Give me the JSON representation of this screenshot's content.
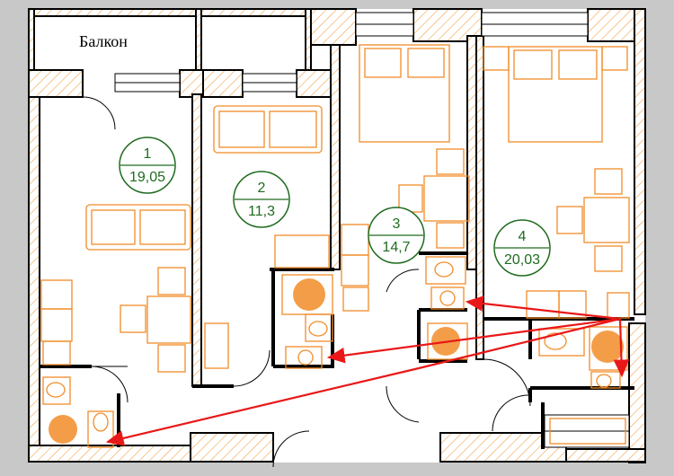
{
  "plan": {
    "balcony_label": "Балкон",
    "rooms": [
      {
        "number": "1",
        "area": "19,05"
      },
      {
        "number": "2",
        "area": "11,3"
      },
      {
        "number": "3",
        "area": "14,7"
      },
      {
        "number": "4",
        "area": "20,03"
      }
    ]
  },
  "colors": {
    "background": "#c8c8c8",
    "wall": "#000000",
    "wall_fill": "#ffffff",
    "hatch": "#f2a24a",
    "furniture": "#f28c28",
    "badge": "#1f6b1f",
    "arrow": "#e81818"
  }
}
